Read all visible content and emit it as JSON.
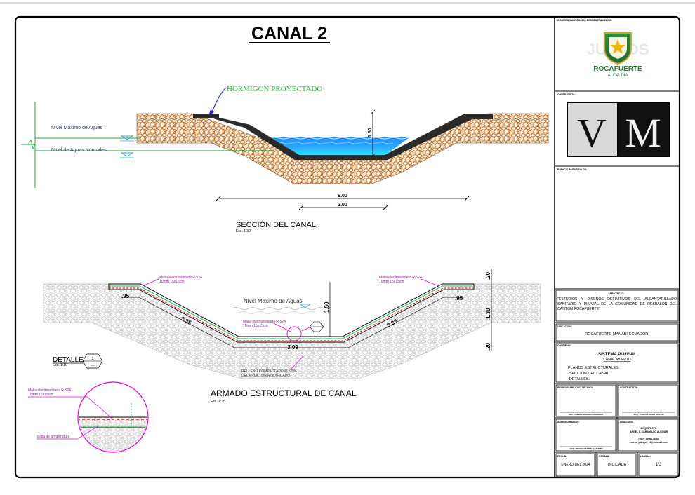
{
  "title": "CANAL 2",
  "section": {
    "shotcrete_label": "HORMIGON PROYECTADO",
    "max_water_label": "Nivel Maximo de Aguas",
    "normal_water_label": "Nivel de Aguas Normales",
    "dim_depth": "1.50",
    "dim_top": "9.00",
    "dim_bottom": "3.00",
    "caption": "SECCIÓN DEL CANAL.",
    "scale": "Esc. 1:30"
  },
  "armado": {
    "mesh_left": "Malla electrosoldada R-524",
    "mesh_left_spec": "10mm 15x15cm",
    "mesh_right": "Malla electrosoldada R-524",
    "mesh_right_spec": "10mm 15x15cm",
    "mesh_center": "Malla electrosoldada R-524",
    "mesh_center_spec": "10mm 15x15cm",
    "max_water_label": "Nivel Maximo de Aguas",
    "dim_left_top": ".95",
    "dim_right_top": ".95",
    "dim_left_slope": "3.35",
    "dim_right_slope": "3.35",
    "dim_bottom": "3.09",
    "dim_depth": "1.50",
    "dim_top_thk": ".20",
    "dim_right_h": "1.30",
    "dim_bottom_thk": ".20",
    "fill_note_1": "RELLENO COMPACTADO AL 95%",
    "fill_note_2": "DEL PROCTOR MODIFICADO",
    "caption": "ARMADO ESTRUCTURAL DE CANAL",
    "scale": "Esc. 1:25"
  },
  "detail": {
    "label": "DETALLE",
    "number": "1",
    "scale": "Esc. 1:10",
    "mesh": "Malla electrosoldada R-524",
    "mesh_spec": "10mm 15x15cm",
    "temp_mesh": "Malla de temperatura"
  },
  "titleblock": {
    "gov_label": "GOBIERNO AUTÓNOMO DESCENTRALIZADO:",
    "logo_name": "ROCAFUERTE",
    "logo_sub": "ALCALDÍA",
    "contract_label": "CONTRATISTA:",
    "vm_v": "V",
    "vm_m": "M",
    "seals_label": "ESPACIO PARA SELLOS:",
    "project_label": "PROYECTO:",
    "project_text": "\"ESTUDIOS Y DISEÑOS DEFINITIVOS DEL ALCANTARILLADO SANITARIO Y PLUVIAL DE LA COMUNIDAD DE RESBALÓN DEL CANTÓN ROCAFUERTE\"",
    "location_label": "UBICACIÓN:",
    "location_text": "ROCAFUERTE-MANABÍ-ECUADOR.",
    "content_label": "CONTIENE:",
    "content_title": "SISTEMA PLUVIAL",
    "content_sub": "CANAL ABIERTO",
    "content_items": [
      "PLANOS ESTRUCTURALES.",
      "-SECCIÓN DEL CANAL.",
      "-DETALLES."
    ],
    "resp_label": "RESPONSABILIDAD TÉCNICA:",
    "resp_name": "ING. DARWIN MOREIRA MOREIRA",
    "contr_label": "CONTRATISTA:",
    "contr_name": "ARQ. VICENTE MERA MOLINA",
    "admin_label": "ADMINISTRADOR:",
    "admin_name": "ARQ. ROGER OSARIO BAZURTO",
    "draw_label": "DIBUJADO:",
    "draw_role": "ARQUITECTO",
    "draw_name": "ANGEL E. JARAMILLO ALCIVAR",
    "draw_tel": "TELF: 0996174800",
    "draw_mail": "correo: jaangel_93@hotmail.com",
    "date_label": "FECHA:",
    "date_value": "ENERO DEL 2024",
    "scale_label": "ESCALA:",
    "scale_value": "INDICADA",
    "sheet_label": "LAMINA:",
    "sheet_value": "1/3"
  }
}
